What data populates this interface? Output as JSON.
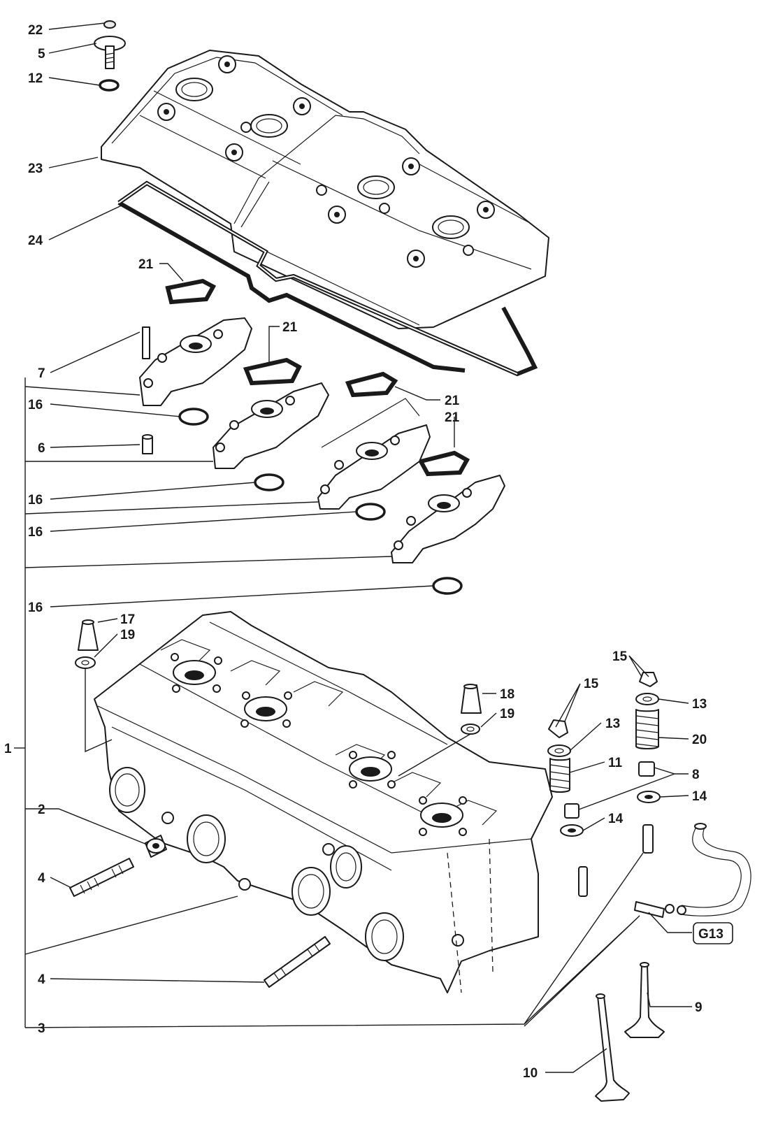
{
  "callouts": {
    "c22": "22",
    "c5": "5",
    "c12": "12",
    "c23": "23",
    "c24": "24",
    "c21a": "21",
    "c21b": "21",
    "c21c": "21",
    "c21d": "21",
    "c7": "7",
    "c16a": "16",
    "c6": "6",
    "c16b": "16",
    "c16c": "16",
    "c16d": "16",
    "c17": "17",
    "c19a": "19",
    "c1": "1",
    "c2": "2",
    "c4a": "4",
    "c4b": "4",
    "c3": "3",
    "c18": "18",
    "c19b": "19",
    "c15a": "15",
    "c15b": "15",
    "c13a": "13",
    "c13b": "13",
    "c20": "20",
    "c11": "11",
    "c8": "8",
    "c14a": "14",
    "c14b": "14",
    "g13": "G13",
    "c9": "9",
    "c10": "10"
  }
}
